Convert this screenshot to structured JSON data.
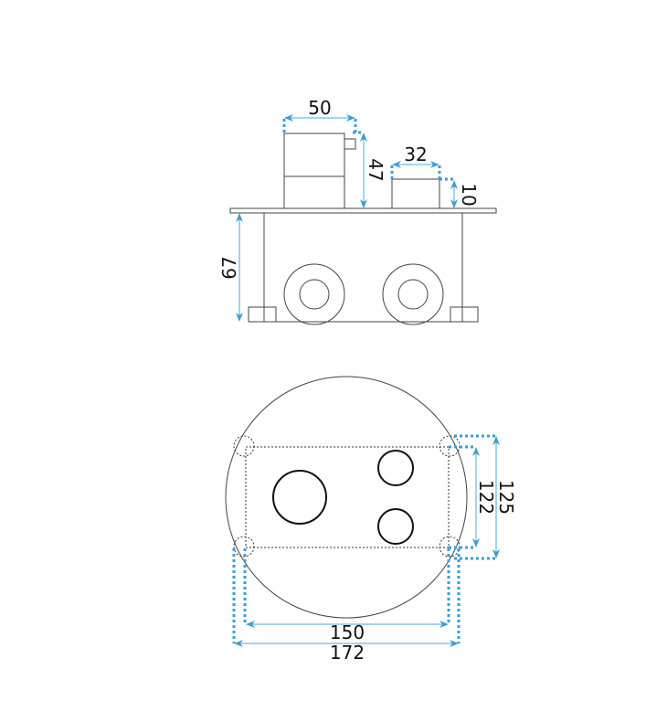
{
  "side_view": {
    "dimensions": {
      "knob_width": "50",
      "knob_height": "47",
      "button_width": "32",
      "button_height": "10",
      "body_height": "67"
    }
  },
  "top_view": {
    "dimensions": {
      "inner_height": "122",
      "outer_height": "125",
      "inner_width": "150",
      "outer_width": "172"
    }
  },
  "colors": {
    "dimension": "#3a9fd0",
    "outline": "#444444"
  }
}
